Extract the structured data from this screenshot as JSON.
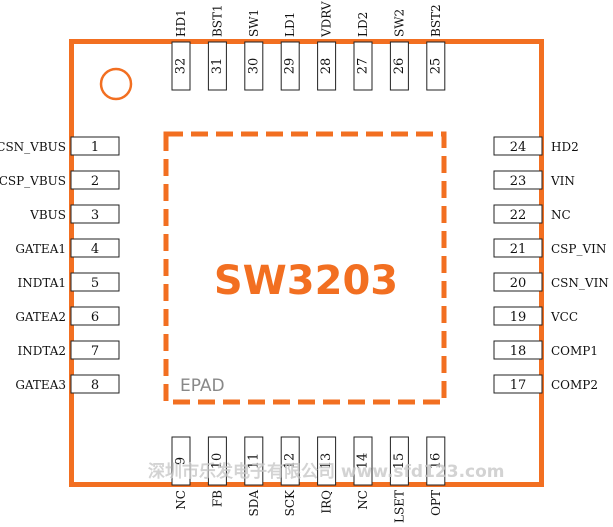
{
  "chip": {
    "name": "SW3203",
    "epad_label": "EPAD",
    "accent_color": "#F26F21",
    "watermark": "深圳市乐发电子有限公司  www.sfd123.com"
  },
  "pins": {
    "left": [
      {
        "num": "1",
        "name": "CSN_VBUS"
      },
      {
        "num": "2",
        "name": "CSP_VBUS"
      },
      {
        "num": "3",
        "name": "VBUS"
      },
      {
        "num": "4",
        "name": "GATEA1"
      },
      {
        "num": "5",
        "name": "INDTA1"
      },
      {
        "num": "6",
        "name": "GATEA2"
      },
      {
        "num": "7",
        "name": "INDTA2"
      },
      {
        "num": "8",
        "name": "GATEA3"
      }
    ],
    "bottom": [
      {
        "num": "9",
        "name": "NC"
      },
      {
        "num": "10",
        "name": "FB"
      },
      {
        "num": "11",
        "name": "SDA"
      },
      {
        "num": "12",
        "name": "SCK"
      },
      {
        "num": "13",
        "name": "IRQ"
      },
      {
        "num": "14",
        "name": "NC"
      },
      {
        "num": "15",
        "name": "LSET"
      },
      {
        "num": "16",
        "name": "OPT"
      }
    ],
    "right": [
      {
        "num": "17",
        "name": "COMP2"
      },
      {
        "num": "18",
        "name": "COMP1"
      },
      {
        "num": "19",
        "name": "VCC"
      },
      {
        "num": "20",
        "name": "CSN_VIN"
      },
      {
        "num": "21",
        "name": "CSP_VIN"
      },
      {
        "num": "22",
        "name": "NC"
      },
      {
        "num": "23",
        "name": "VIN"
      },
      {
        "num": "24",
        "name": "HD2"
      }
    ],
    "top": [
      {
        "num": "25",
        "name": "BST2"
      },
      {
        "num": "26",
        "name": "SW2"
      },
      {
        "num": "27",
        "name": "LD2"
      },
      {
        "num": "28",
        "name": "VDRV"
      },
      {
        "num": "29",
        "name": "LD1"
      },
      {
        "num": "30",
        "name": "SW1"
      },
      {
        "num": "31",
        "name": "BST1"
      },
      {
        "num": "32",
        "name": "HD1"
      }
    ]
  }
}
